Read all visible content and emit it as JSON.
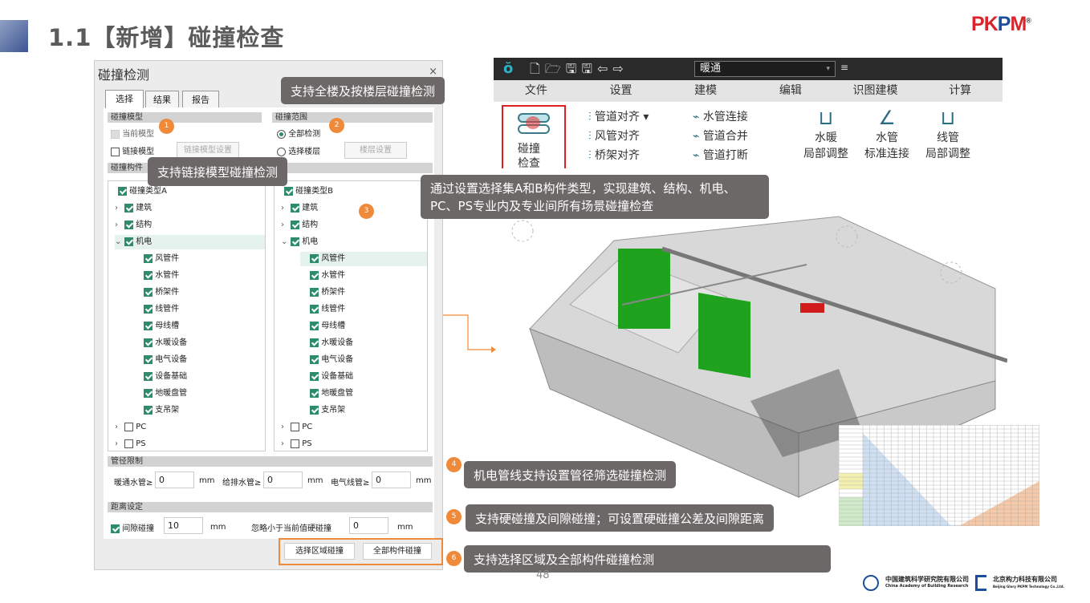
{
  "slide": {
    "title": "1.1【新增】碰撞检查",
    "page_number": "48",
    "brand": "PKPM",
    "brand_mark": "®",
    "footer": {
      "org1_cn": "中国建筑科学研究院有限公司",
      "org1_en": "China Academy of Building Research",
      "org2_cn": "北京构力科技有限公司",
      "org2_en": "Beijing Glory PKPM Technology Co.,Ltd."
    }
  },
  "dialog": {
    "title": "碰撞检测",
    "close": "×",
    "tabs": [
      "选择",
      "结果",
      "报告"
    ],
    "model_section": {
      "header": "碰撞模型",
      "current": "当前模型",
      "link": "链接模型",
      "link_btn": "链接模型设置"
    },
    "range_section": {
      "header": "碰撞范围",
      "all": "全部检测",
      "floor": "选择楼层",
      "floor_btn": "楼层设置"
    },
    "component_header": "碰撞构件",
    "tree_a": {
      "root": "碰撞类型A",
      "top": [
        "建筑",
        "结构",
        "机电"
      ],
      "children": [
        "风管件",
        "水管件",
        "桥架件",
        "线管件",
        "母线槽",
        "水暖设备",
        "电气设备",
        "设备基础",
        "地暖盘管",
        "支吊架"
      ],
      "unchecked": [
        "PC",
        "PS"
      ]
    },
    "tree_b": {
      "root": "碰撞类型B",
      "top": [
        "建筑",
        "结构",
        "机电"
      ],
      "children": [
        "风管件",
        "水管件",
        "桥架件",
        "线管件",
        "母线槽",
        "水暖设备",
        "电气设备",
        "设备基础",
        "地暖盘管",
        "支吊架"
      ],
      "unchecked": [
        "PC",
        "PS"
      ]
    },
    "pipe_section": {
      "header": "管径限制",
      "hvac": "暖通水管≥",
      "hvac_val": "0",
      "drain": "给排水管≥",
      "drain_val": "0",
      "elec": "电气线管≥",
      "elec_val": "0",
      "unit": "mm"
    },
    "dist_section": {
      "header": "距离设定",
      "gap": "间隙碰撞",
      "gap_val": "10",
      "ignore": "忽略小于当前值硬碰撞",
      "ignore_val": "0",
      "unit": "mm"
    },
    "btn_region": "选择区域碰撞",
    "btn_all": "全部构件碰撞"
  },
  "callouts": {
    "c_floor": "支持全楼及按楼层碰撞检测",
    "c_link": "支持链接模型碰撞检测",
    "c_types": "通过设置选择集A和B构件类型，实现建筑、结构、机电、PC、PS专业内及专业间所有场景碰撞检查",
    "c4": "机电管线支持设置管径筛选碰撞检测",
    "c5": "支持硬碰撞及间隙碰撞；可设置硬碰撞公差及间隙距离",
    "c6": "支持选择区域及全部构件碰撞检测",
    "nums": [
      "1",
      "2",
      "3",
      "4",
      "5",
      "6"
    ]
  },
  "app": {
    "discipline": "暖通",
    "menu": [
      "文件",
      "设置",
      "建模",
      "编辑",
      "识图建模",
      "计算"
    ],
    "ribbon": {
      "clash": "碰撞\n检查",
      "pipe_align": "管道对齐",
      "duct_align": "风管对齐",
      "tray_align": "桥架对齐",
      "water_conn": "水管连接",
      "pipe_merge": "管道合并",
      "pipe_break": "管道打断",
      "big": [
        [
          "水暖",
          "局部调整"
        ],
        [
          "水管",
          "标准连接"
        ],
        [
          "线管",
          "局部调整"
        ]
      ]
    }
  },
  "colors": {
    "accent": "#ef8a3a",
    "callout": "#6d6868",
    "check": "#2e8b6e"
  }
}
